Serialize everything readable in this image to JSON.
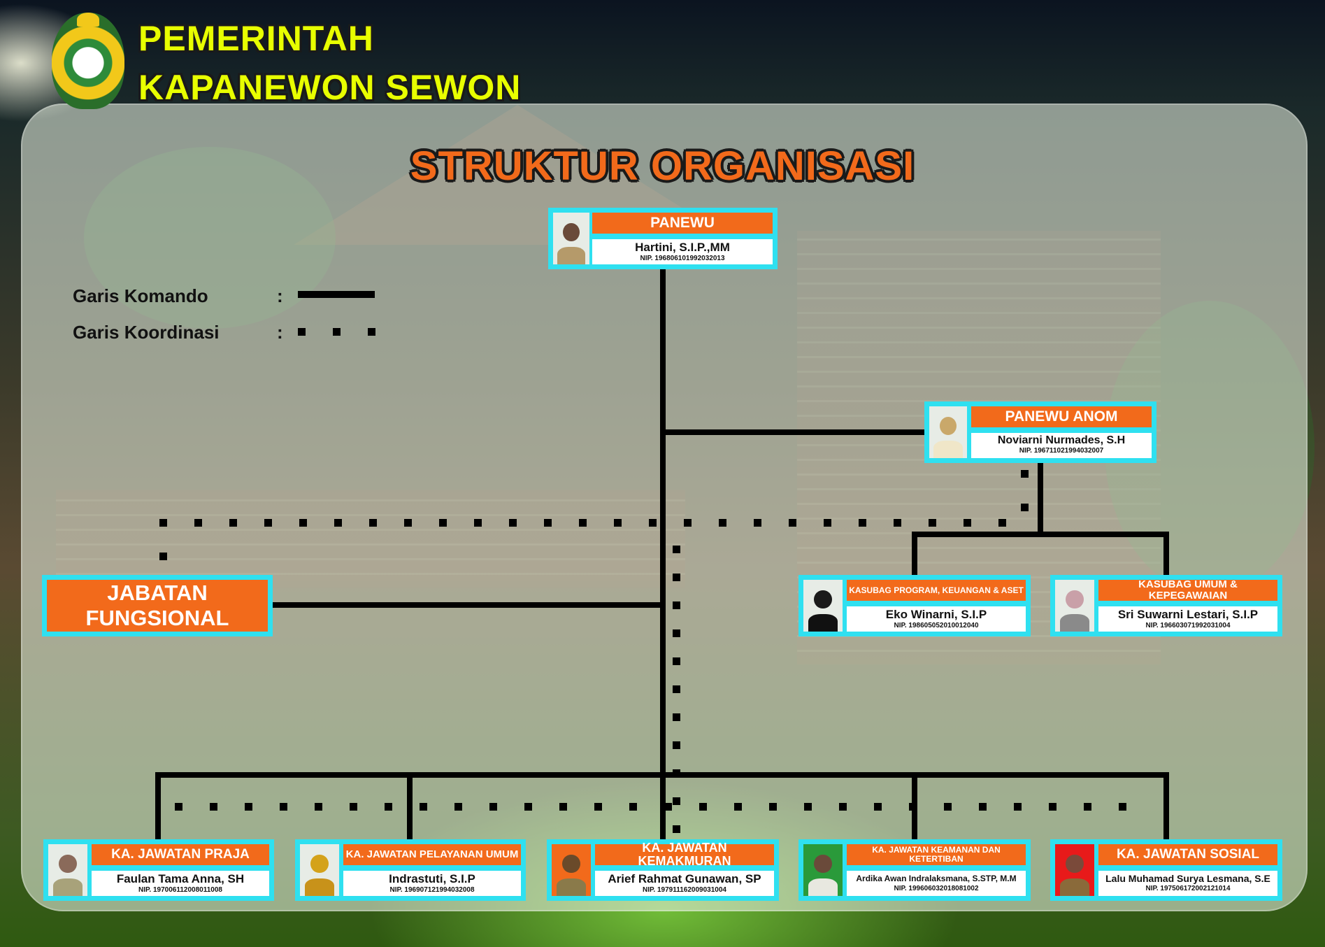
{
  "header": {
    "line1": "PEMERINTAH",
    "line2": "KAPANEWON SEWON"
  },
  "main_title": "STRUKTUR ORGANISASI",
  "legend": {
    "komando": "Garis Komando",
    "koordinasi": "Garis Koordinasi",
    "colon": ":"
  },
  "jabatan_fungsional": "JABATAN FUNGSIONAL",
  "cards": {
    "panewu": {
      "role": "PANEWU",
      "name": "Hartini, S.I.P.,MM",
      "nip": "NIP. 196806101992032013"
    },
    "panewu_anom": {
      "role": "PANEWU ANOM",
      "name": "Noviarni Nurmades, S.H",
      "nip": "NIP. 196711021994032007"
    },
    "kasubag_program": {
      "role": "KASUBAG PROGRAM, KEUANGAN & ASET",
      "name": "Eko Winarni, S.I.P",
      "nip": "NIP. 198605052010012040"
    },
    "kasubag_umum": {
      "role": "KASUBAG UMUM & KEPEGAWAIAN",
      "name": "Sri Suwarni Lestari, S.I.P",
      "nip": "NIP. 196603071992031004"
    },
    "jawatan_praja": {
      "role": "KA. JAWATAN PRAJA",
      "name": "Faulan Tama Anna, SH",
      "nip": "NIP. 197006112008011008"
    },
    "jawatan_pelayanan": {
      "role": "KA. JAWATAN PELAYANAN UMUM",
      "name": "Indrastuti, S.I.P",
      "nip": "NIP. 196907121994032008"
    },
    "jawatan_kemakmuran": {
      "role": "KA. JAWATAN KEMAKMURAN",
      "name": "Arief Rahmat Gunawan, SP",
      "nip": "NIP.  197911162009031004"
    },
    "jawatan_keamanan": {
      "role": "KA. JAWATAN KEAMANAN DAN KETERTIBAN",
      "name": "Ardika Awan Indralaksmana, S.STP, M.M",
      "nip": "NIP. 199606032018081002"
    },
    "jawatan_sosial": {
      "role": "KA. JAWATAN SOSIAL",
      "name": "Lalu Muhamad Surya Lesmana, S.E",
      "nip": "NIP. 197506172002121014"
    }
  },
  "colors": {
    "role_orange": "#f26a1b",
    "card_border": "#2fe0f0",
    "header_yellow": "#e8ff00"
  }
}
